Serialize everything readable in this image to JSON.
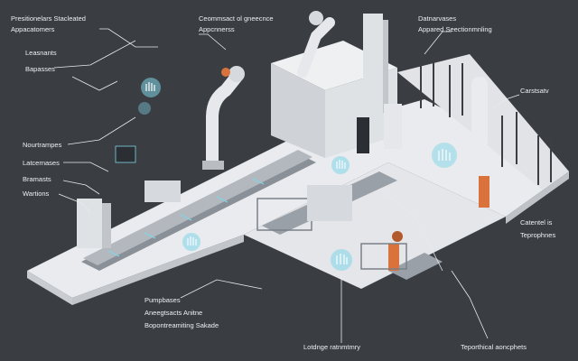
{
  "labels": {
    "tl_1": "Presitionelars Stacleated",
    "tl_2": "Appacatomers",
    "tc_1": "Ceommsact ol gneecnce",
    "tc_2": "Appcnnerss",
    "tr_1": "Datnarvases",
    "tr_2": "Appared Seectionmnling",
    "l_1": "Leasnants",
    "l_2": "Bapasses",
    "r_1": "Carstsatv",
    "l_3": "Nourtrampes",
    "l_4": "Latcernases",
    "l_5": "Bramasts",
    "l_6": "Wartions",
    "r_2": "Catentel is",
    "r_3": "Teprophnes",
    "b_1": "Pumpbases",
    "b_2": "Aneegtsacts Anitne",
    "b_3": "Bopontreamiting Sakade",
    "b_4": "Lotdnge ratnmtmry",
    "b_5": "Teporthical aoncphets"
  },
  "colors": {
    "background": "#3a3d42",
    "floor": "#e9ebee",
    "floor_shadow": "#c9ccd1",
    "machine": "#d9dce0",
    "accent": "#7fd6e8",
    "conveyor": "#8a9098",
    "dark": "#2b2e33",
    "orange": "#d9733b"
  },
  "icons": [
    "hand-icon",
    "hand-icon",
    "hand-icon",
    "hand-icon",
    "hand-icon",
    "hand-icon"
  ]
}
